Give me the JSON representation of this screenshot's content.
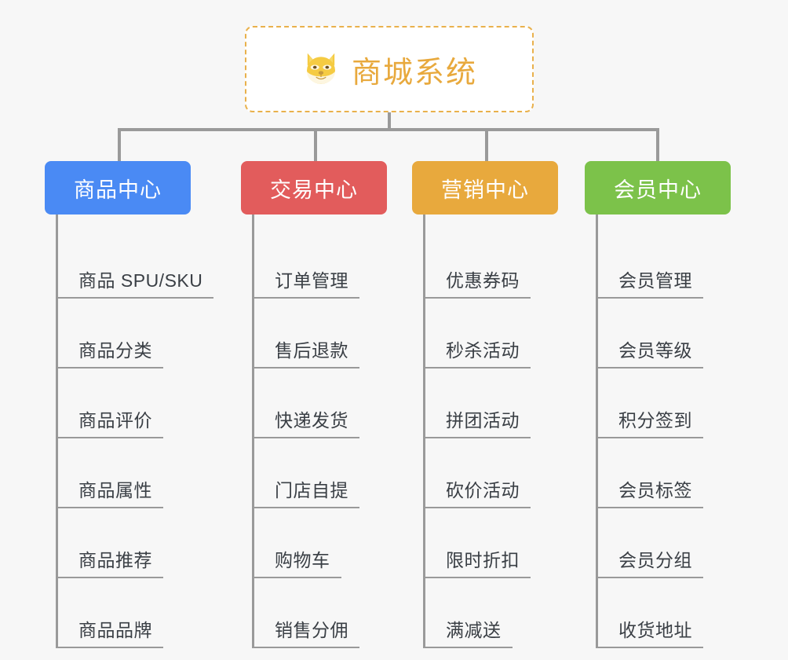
{
  "page": {
    "background_color": "#f7f7f7",
    "line_color": "#9a9a9a",
    "leaf_text_color": "#3a3f45"
  },
  "root": {
    "title": "商城系统",
    "icon": "shiba-inu-dog-face-icon",
    "text_color": "#e8a93d",
    "border_color": "#e9b14c",
    "background_color": "#ffffff"
  },
  "categories": [
    {
      "label": "商品中心",
      "color": "#4a8af4",
      "items": [
        "商品 SPU/SKU",
        "商品分类",
        "商品评价",
        "商品属性",
        "商品推荐",
        "商品品牌"
      ]
    },
    {
      "label": "交易中心",
      "color": "#e25c5c",
      "items": [
        "订单管理",
        "售后退款",
        "快递发货",
        "门店自提",
        "购物车",
        "销售分佣"
      ]
    },
    {
      "label": "营销中心",
      "color": "#e8a93d",
      "items": [
        "优惠券码",
        "秒杀活动",
        "拼团活动",
        "砍价活动",
        "限时折扣",
        "满减送"
      ]
    },
    {
      "label": "会员中心",
      "color": "#7cc24a",
      "items": [
        "会员管理",
        "会员等级",
        "积分签到",
        "会员标签",
        "会员分组",
        "收货地址"
      ]
    }
  ]
}
